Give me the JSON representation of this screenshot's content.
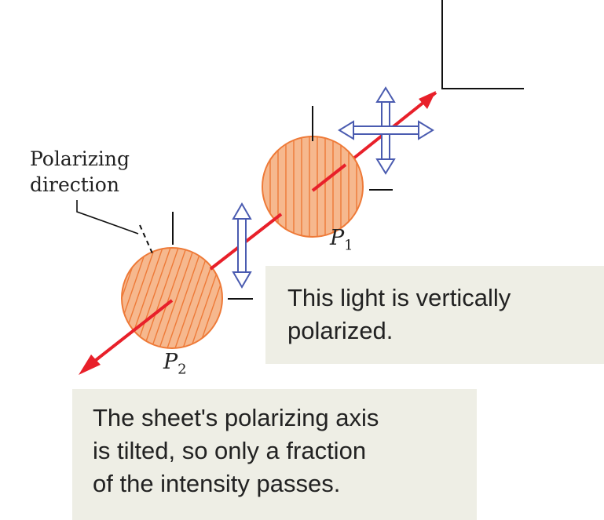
{
  "labels": {
    "polarizing_direction_line1": "Polarizing",
    "polarizing_direction_line2": "direction",
    "p1_letter": "P",
    "p1_sub": "1",
    "p2_letter": "P",
    "p2_sub": "2"
  },
  "callouts": {
    "vertical_line1": "This light is vertically",
    "vertical_line2": "polarized.",
    "tilted_line1": "The sheet's polarizing axis",
    "tilted_line2": "is tilted, so only a fraction",
    "tilted_line3": "of the intensity passes."
  },
  "colors": {
    "beam": "#e8202a",
    "polarizer_fill": "#f6b88e",
    "polarizer_stroke": "#ee7a38",
    "field_arrow": "#4a5bb0",
    "callout_bg": "#eeeee5"
  }
}
